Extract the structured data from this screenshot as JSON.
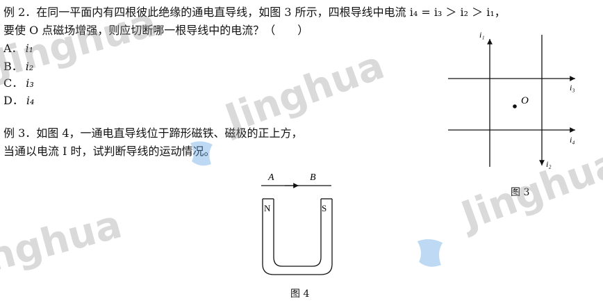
{
  "question2": {
    "line1": "例 2．在同一平面内有四根彼此绝缘的通电直导线，如图 3 所示，四根导线中电流 i₄ = i₃ ＞ i₂ ＞ i₁，",
    "line2": "要使 O 点磁场增强，则应切断哪一根导线中的电流？（　　）",
    "options": [
      {
        "letter": "A．",
        "value": "i₁"
      },
      {
        "letter": "B．",
        "value": "i₂"
      },
      {
        "letter": "C．",
        "value": "i₃"
      },
      {
        "letter": "D．",
        "value": "i₄"
      }
    ]
  },
  "question3": {
    "line1": "例 3．如图 4，一通电直导线位于蹄形磁铁、磁极的正上方，",
    "line2": "当通以电流 I 时，试判断导线的运动情况。"
  },
  "figure3": {
    "caption": "图 3",
    "labels": {
      "i1": "i₁",
      "i2": "i₂",
      "i3": "i₃",
      "i4": "i₄",
      "O": "O"
    }
  },
  "figure4": {
    "caption": "图 4",
    "labels": {
      "A": "A",
      "B": "B",
      "N": "N",
      "S": "S"
    }
  },
  "watermark": {
    "text": "Jinghua",
    "color": "#5aa0e0"
  }
}
